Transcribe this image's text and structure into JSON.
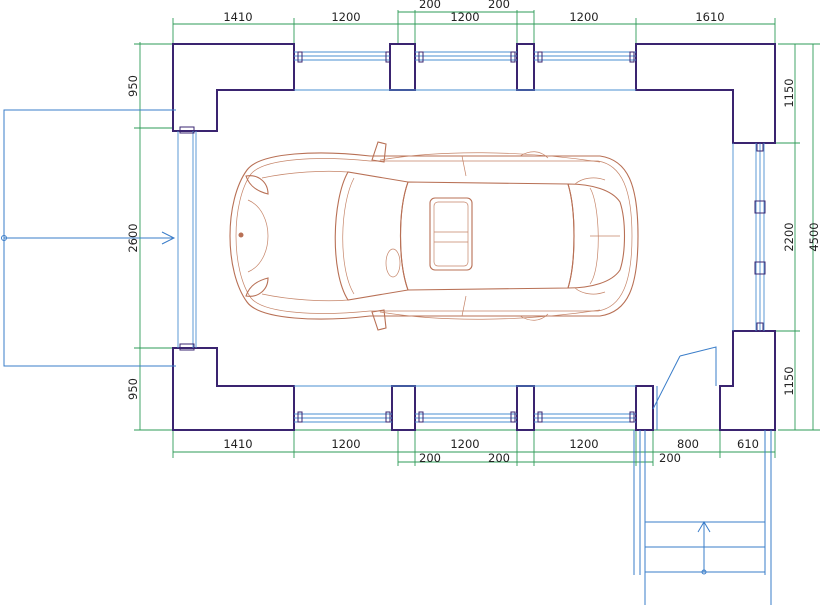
{
  "diagram": {
    "top_dimensions": [
      "1410",
      "1200",
      "200",
      "1200",
      "200",
      "1200",
      "1610"
    ],
    "bottom_dimensions": [
      "1410",
      "1200",
      "1200",
      "1200",
      "800",
      "610"
    ],
    "bottom_lower_dimensions": [
      "200",
      "200",
      "200"
    ],
    "left_dimensions": [
      "950",
      "2600",
      "950"
    ],
    "right_dimensions": [
      "1150",
      "2200",
      "1150"
    ],
    "right_overall": "4500"
  },
  "colors": {
    "wall": "#3a2470",
    "dimension": "#2e9b57",
    "glass": "#4a8fd0",
    "car": "#b87055"
  }
}
